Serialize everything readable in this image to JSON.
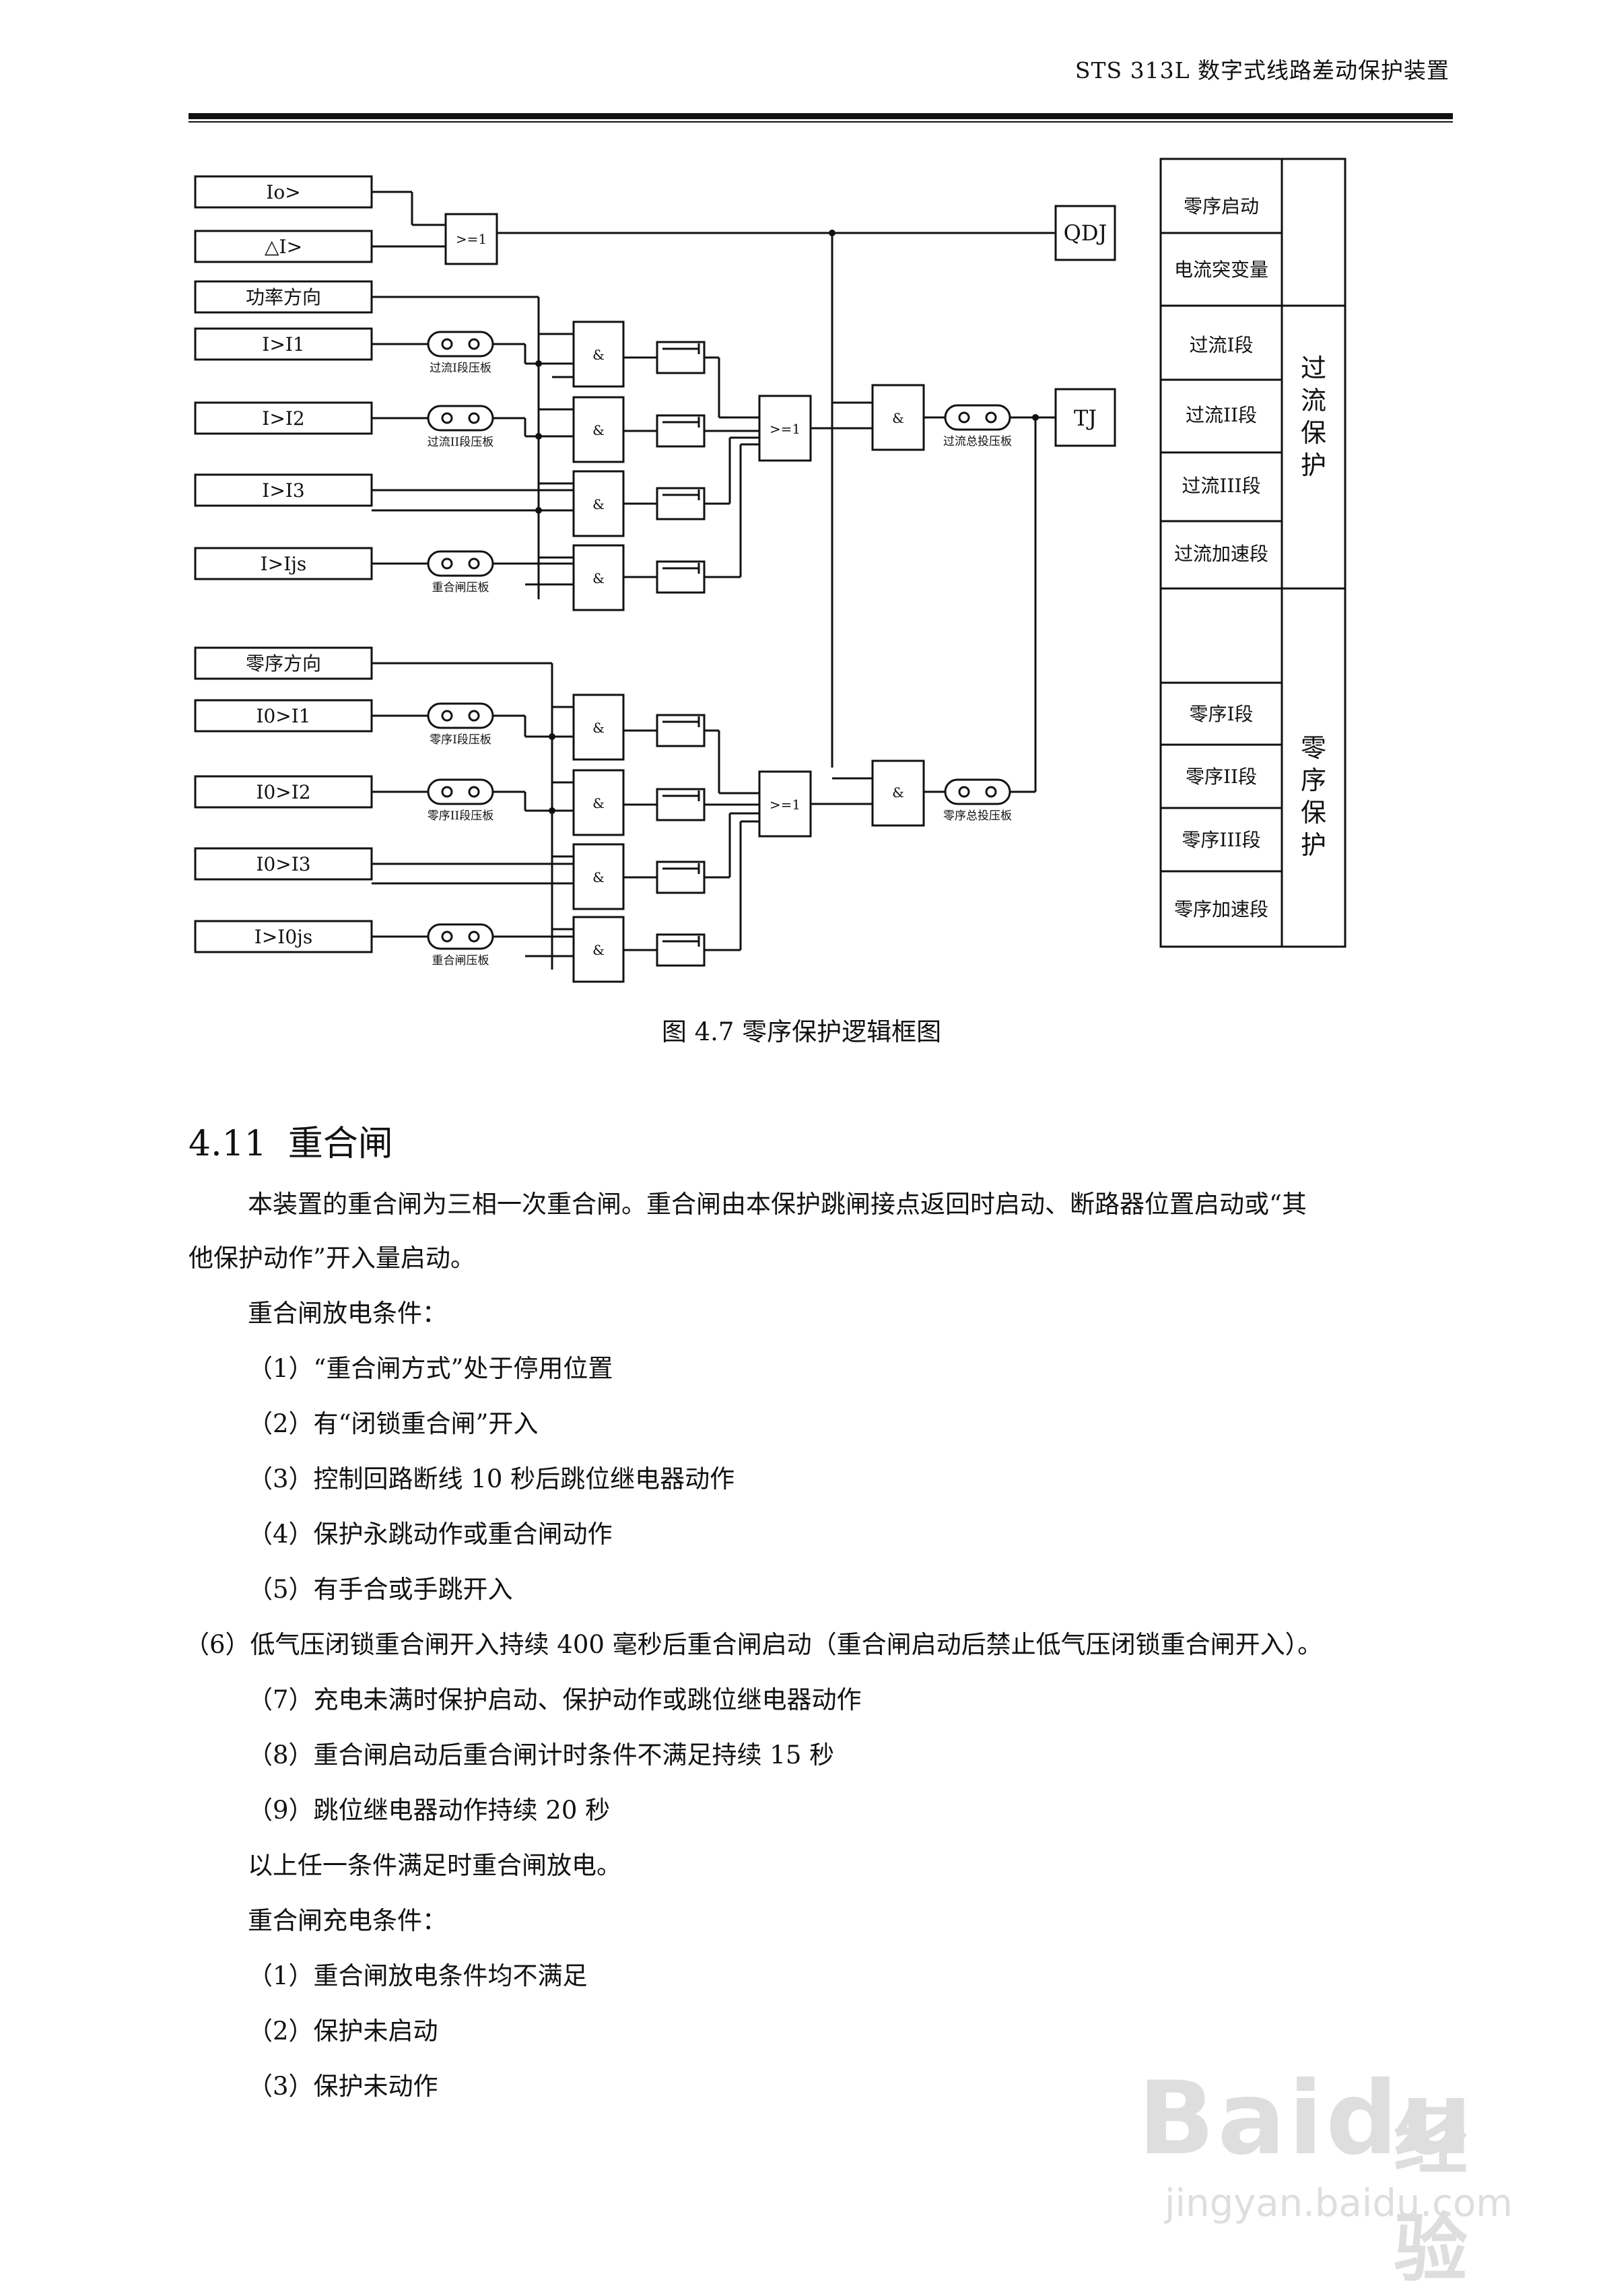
{
  "header": {
    "title": "STS 313L 数字式线路差动保护装置"
  },
  "diagram": {
    "inputs": {
      "io": "Io>",
      "di": "△I>",
      "power_dir": "功率方向",
      "i1": "I>I1",
      "i2": "I>I2",
      "i3": "I>I3",
      "ijs": "I>Ijs",
      "zero_dir": "零序方向",
      "i01": "I0>I1",
      "i02": "I0>I2",
      "i03": "I0>I3",
      "i0js": "I>I0js"
    },
    "gates": {
      "or": ">=1",
      "and": "&"
    },
    "plates": {
      "oc1": "过流I段压板",
      "oc2": "过流II段压板",
      "reclose": "重合闸压板",
      "oc_total": "过流总投压板",
      "z1": "零序I段压板",
      "z2": "零序II段压板",
      "reclose2": "重合闸压板",
      "z_total": "零序总投压板"
    },
    "outputs": {
      "qdj": "QDJ",
      "tj": "TJ"
    },
    "table": {
      "zero_start": "零序启动",
      "current_sudden": "电流突变量",
      "oc1": "过流I段",
      "oc2": "过流II段",
      "oc3": "过流III段",
      "oc_acc": "过流加速段",
      "oc_group": "过流保护",
      "z1": "零序I段",
      "z2": "零序II段",
      "z3": "零序III段",
      "z_acc": "零序加速段",
      "z_group": "零序保护"
    }
  },
  "caption": "图 4.7  零序保护逻辑框图",
  "section": {
    "number": "4.11",
    "title": "重合闸"
  },
  "body": {
    "intro_1": "本装置的重合闸为三相一次重合闸。重合闸由本保护跳闸接点返回时启动、断路器位置启动或“其",
    "intro_2": "他保护动作”开入量启动。",
    "discharge_title": "重合闸放电条件：",
    "d1": "（1）“重合闸方式”处于停用位置",
    "d2": "（2）有“闭锁重合闸”开入",
    "d3": "（3）控制回路断线 10 秒后跳位继电器动作",
    "d4": "（4）保护永跳动作或重合闸动作",
    "d5": "（5）有手合或手跳开入",
    "d6": "（6）低气压闭锁重合闸开入持续 400 毫秒后重合闸启动（重合闸启动后禁止低气压闭锁重合闸开入）。",
    "d7": "（7）充电未满时保护启动、保护动作或跳位继电器动作",
    "d8": "（8）重合闸启动后重合闸计时条件不满足持续 15 秒",
    "d9": "（9）跳位继电器动作持续 20 秒",
    "discharge_note": "以上任一条件满足时重合闸放电。",
    "charge_title": "重合闸充电条件：",
    "c1": "（1）重合闸放电条件均不满足",
    "c2": "（2）保护未启动",
    "c3": "（3）保护未动作"
  },
  "watermark": {
    "logo": "Baidu",
    "logo_cn": "经验",
    "url": "jingyan.baidu.com"
  }
}
